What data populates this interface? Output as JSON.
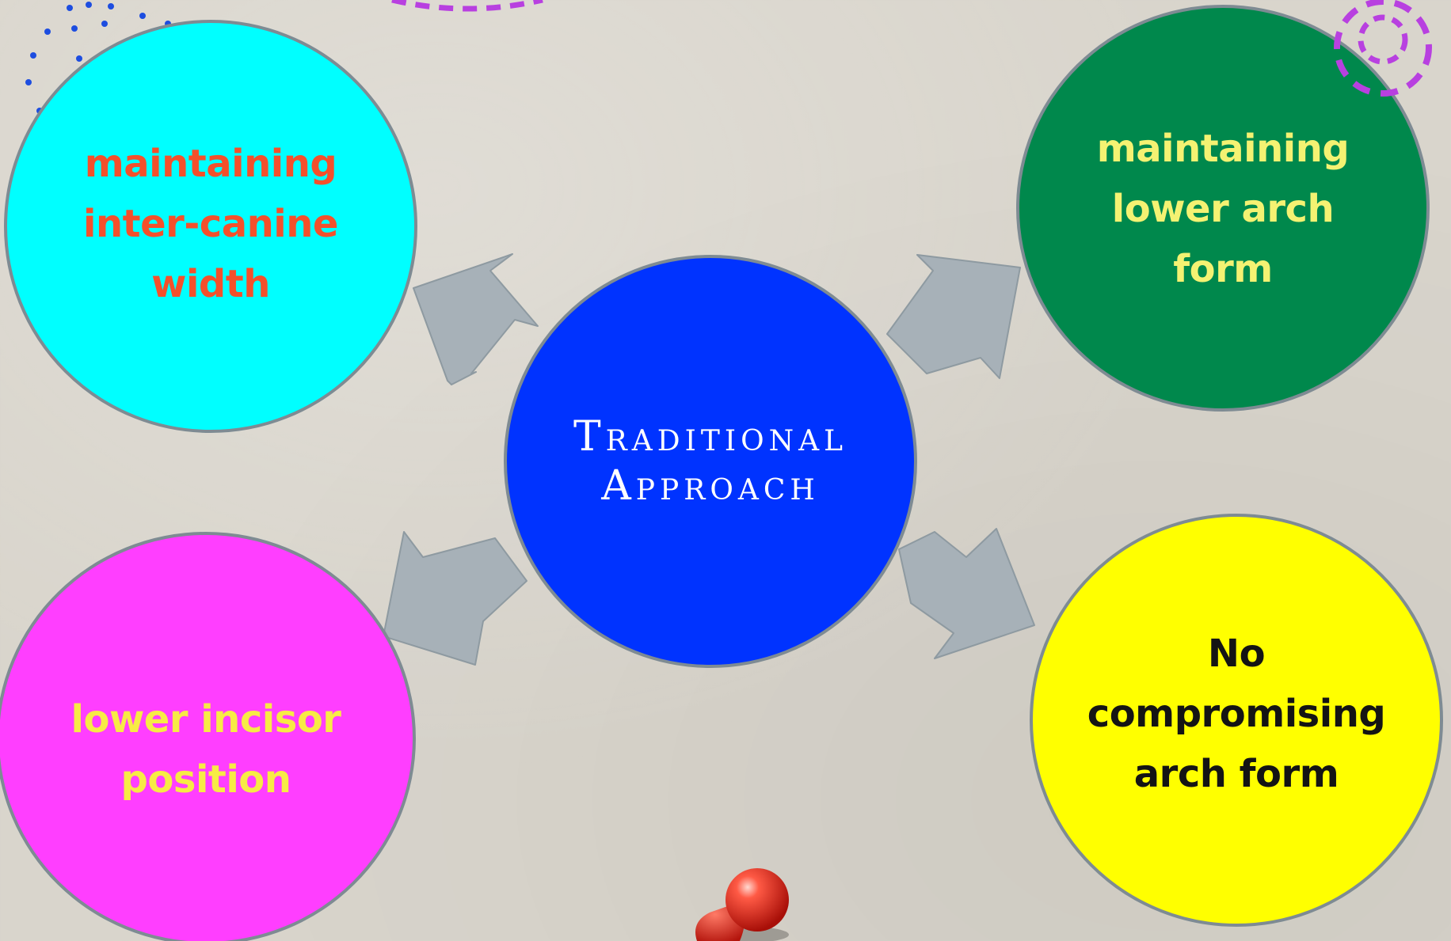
{
  "diagram": {
    "center": {
      "lines": [
        "Traditional",
        "Approach"
      ],
      "fill": "#0033ff",
      "text_color": "#ffffff"
    },
    "nodes": [
      {
        "id": "inter-canine",
        "lines": [
          "maintaining",
          "inter-canine",
          "width"
        ],
        "fill": "#00ffff",
        "text_color": "#f4502b"
      },
      {
        "id": "lower-arch",
        "lines": [
          "maintaining",
          "lower arch",
          "form"
        ],
        "fill": "#00884c",
        "text_color": "#f4f272"
      },
      {
        "id": "lower-incisor",
        "lines": [
          "lower incisor",
          "position"
        ],
        "fill": "#ff3eff",
        "text_color": "#f7eb45"
      },
      {
        "id": "no-compromising",
        "lines": [
          "No",
          "compromising",
          "arch form"
        ],
        "fill": "#ffff00",
        "text_color": "#141414"
      }
    ],
    "arrow_color": "#a7b1b8",
    "outline_color": "#7e8b93",
    "background_color": "#d9d5cc",
    "decoration_colors": {
      "dots": "#1d4de0",
      "ring": "#b840e0",
      "pushpin": "#e2231a"
    }
  }
}
